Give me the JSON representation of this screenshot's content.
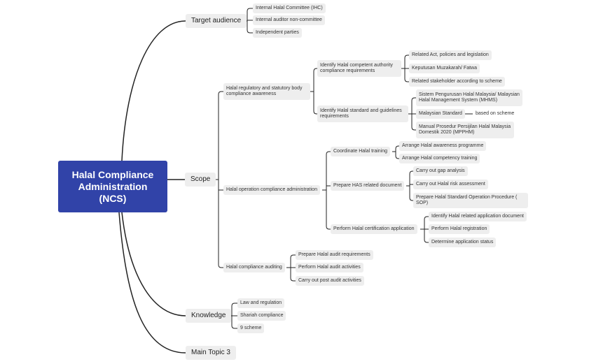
{
  "central": "Halal Compliance Administration (NCS)",
  "colors": {
    "central_fill": "#3143a8",
    "node_fill": "#eeeeee",
    "line": "#222222"
  },
  "topics": {
    "target_audience": {
      "label": "Target audience",
      "items": [
        "Internal Halal Committee (IHC)",
        "Internal auditor non-committee",
        "Independent parties"
      ]
    },
    "scope": {
      "label": "Scope",
      "regulatory": {
        "label": "Halal regulatory and statutory body compliance awareness",
        "authority": {
          "label": "Identify Halal competent authority compliance requirements",
          "items": [
            "Related Act, policies and legislation",
            "Keputusan Muzakarah/ Fatwa",
            "Related stakeholder according to scheme"
          ]
        },
        "standard": {
          "label": "Identify Halal standard and guidelines requirements",
          "mhms": "Sistem Pengurusan Halal Malaysia/ Malaysian Halal Management System (MHMS)",
          "ms": "Malaysian Standard",
          "ms_note": "based on scheme",
          "mpphm": "Manual Prosedur Persijilan Halal Malaysia Domestik 2020 (MPPHM)"
        }
      },
      "operation": {
        "label": "Halal operation compliance administration",
        "training": {
          "label": "Coordinate Halal training",
          "items": [
            "Arrange Halal awareness programme",
            "Arrange Halal competency training"
          ]
        },
        "has": {
          "label": "Prepare HAS related document",
          "items": [
            "Carry out gap analysis",
            "Carry out Halal risk assessment",
            "Prepare Halal Standard Operation Procedure ( SOP)"
          ]
        },
        "cert": {
          "label": "Perform Halal certification application",
          "items": [
            "Identify Halal related application document",
            "Perform Halal registration",
            "Determine application status"
          ]
        }
      },
      "auditing": {
        "label": "Halal compliance auditing",
        "items": [
          "Prepare Halal audit requirements",
          "Perform Halal audit activities",
          "Carry out post audit activities"
        ]
      }
    },
    "knowledge": {
      "label": "Knowledge",
      "items": [
        "Law and regulation",
        "Shariah compliance",
        "9 scheme"
      ]
    },
    "main3": {
      "label": "Main Topic 3"
    }
  }
}
